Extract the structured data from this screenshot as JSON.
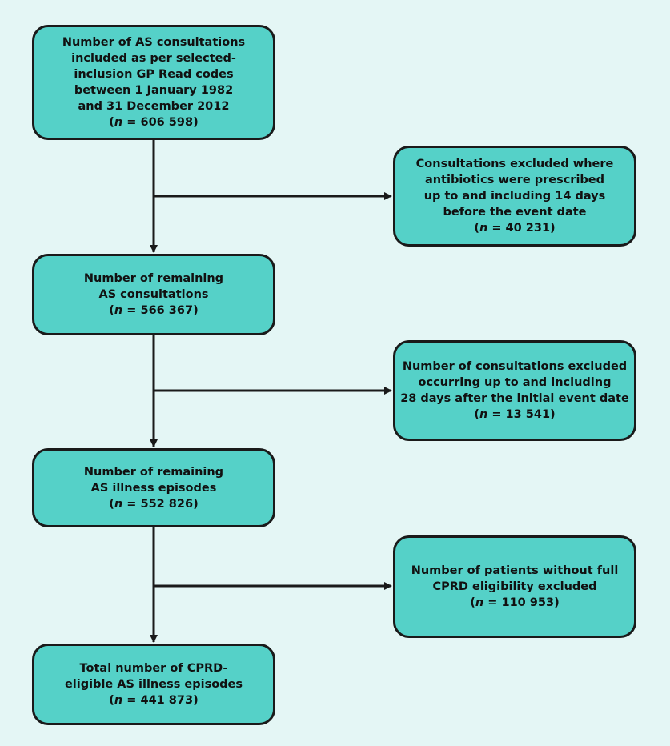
{
  "colors": {
    "background": "#e4f6f5",
    "box_fill": "#55d1c8",
    "stroke": "#1a1a1a"
  },
  "boxes": [
    {
      "lines": [
        "Number of AS consultations",
        "included as per selected-",
        "inclusion GP Read codes",
        "between 1 January 1982",
        "and 31 December 2012"
      ],
      "n_prefix": "(",
      "n_var": "n",
      "n_value": " = 606 598)"
    },
    {
      "lines": [
        "Consultations excluded where",
        "antibiotics were prescribed",
        "up to and including 14 days",
        "before the event date"
      ],
      "n_prefix": "(",
      "n_var": "n",
      "n_value": " = 40 231)"
    },
    {
      "lines": [
        "Number of remaining",
        "AS consultations"
      ],
      "n_prefix": "(",
      "n_var": "n",
      "n_value": " = 566 367)"
    },
    {
      "lines": [
        "Number of consultations excluded",
        "occurring up to and including",
        "28 days after the initial event date"
      ],
      "n_prefix": "(",
      "n_var": "n",
      "n_value": " = 13 541)"
    },
    {
      "lines": [
        "Number of remaining",
        "AS illness episodes"
      ],
      "n_prefix": "(",
      "n_var": "n",
      "n_value": " = 552 826)"
    },
    {
      "lines": [
        "Number of patients without full",
        "CPRD eligibility excluded"
      ],
      "n_prefix": "(",
      "n_var": "n",
      "n_value": " = 110 953)"
    },
    {
      "lines": [
        "Total number of CPRD-",
        "eligible AS illness episodes"
      ],
      "n_prefix": "(",
      "n_var": "n",
      "n_value": " = 441 873)"
    }
  ]
}
